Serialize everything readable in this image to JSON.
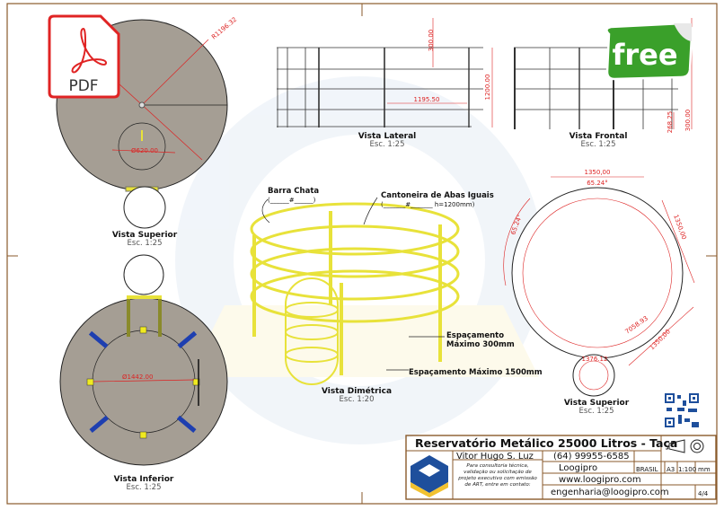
{
  "views": {
    "top_left": {
      "title": "Vista Superior",
      "scale": "Esc. 1:25",
      "radius": "R1196.32",
      "diameter": "Ø620.00"
    },
    "bottom_left": {
      "title": "Vista Inferior",
      "scale": "Esc. 1:25",
      "diameter": "Ø1442.00"
    },
    "lateral": {
      "title": "Vista Lateral",
      "scale": "Esc. 1:25",
      "dim_spacing": "300.00",
      "dim_height": "1200.00",
      "dim_width": "1195.50"
    },
    "frontal": {
      "title": "Vista Frontal",
      "scale": "Esc. 1:25",
      "dim_a": "268.25",
      "dim_b": "300.00"
    },
    "dimetric": {
      "title": "Vista Dimétrica",
      "scale": "Esc. 1:20",
      "note_flat_bar": "Barra Chata",
      "note_flat_bar_spec": "(______#______)",
      "note_angle": "Cantoneira de Abas Iguais",
      "note_angle_spec": "(_______#_______  h=1200mm)",
      "note_spacing_300_a": "Espaçamento",
      "note_spacing_300_b": "Máximo 300mm",
      "note_spacing_1500": "Espaçamento Máximo 1500mm"
    },
    "top_right": {
      "title": "Vista Superior",
      "scale": "Esc. 1:25",
      "chord_top": "1350,00",
      "angle_top": "65.24°",
      "angle_left": "65.24°",
      "chord_right": "1350,00",
      "chord_bottom": "1350,00",
      "inner_arc": "7058.93",
      "ladder_dim": "1376.12"
    }
  },
  "badges": {
    "pdf": "PDF",
    "free": "free"
  },
  "title_block": {
    "title": "Reservatório Metálico 25000 Litros - Taça",
    "designer": "Vitor Hugo S. Luz",
    "phone": "(64) 99955-6585",
    "company": "Loogipro",
    "country": "BRASIL",
    "sheet_size": "A3",
    "scale": "1:100",
    "unit": "mm",
    "website": "www.loogipro.com",
    "email": "engenharia@loogipro.com",
    "sheet": "4/4",
    "observations": [
      "Para consultoria técnica,",
      "validação ou solicitação de",
      "projeto executivo com emissão",
      "de ART, entre em contato:"
    ]
  },
  "colors": {
    "frame": "#8a5a2b",
    "dimension": "#dd2222",
    "steel": "#e8e23a",
    "tank": "#a59e94",
    "brand_blue": "#1e4f9c",
    "brand_yellow": "#f2c230"
  }
}
